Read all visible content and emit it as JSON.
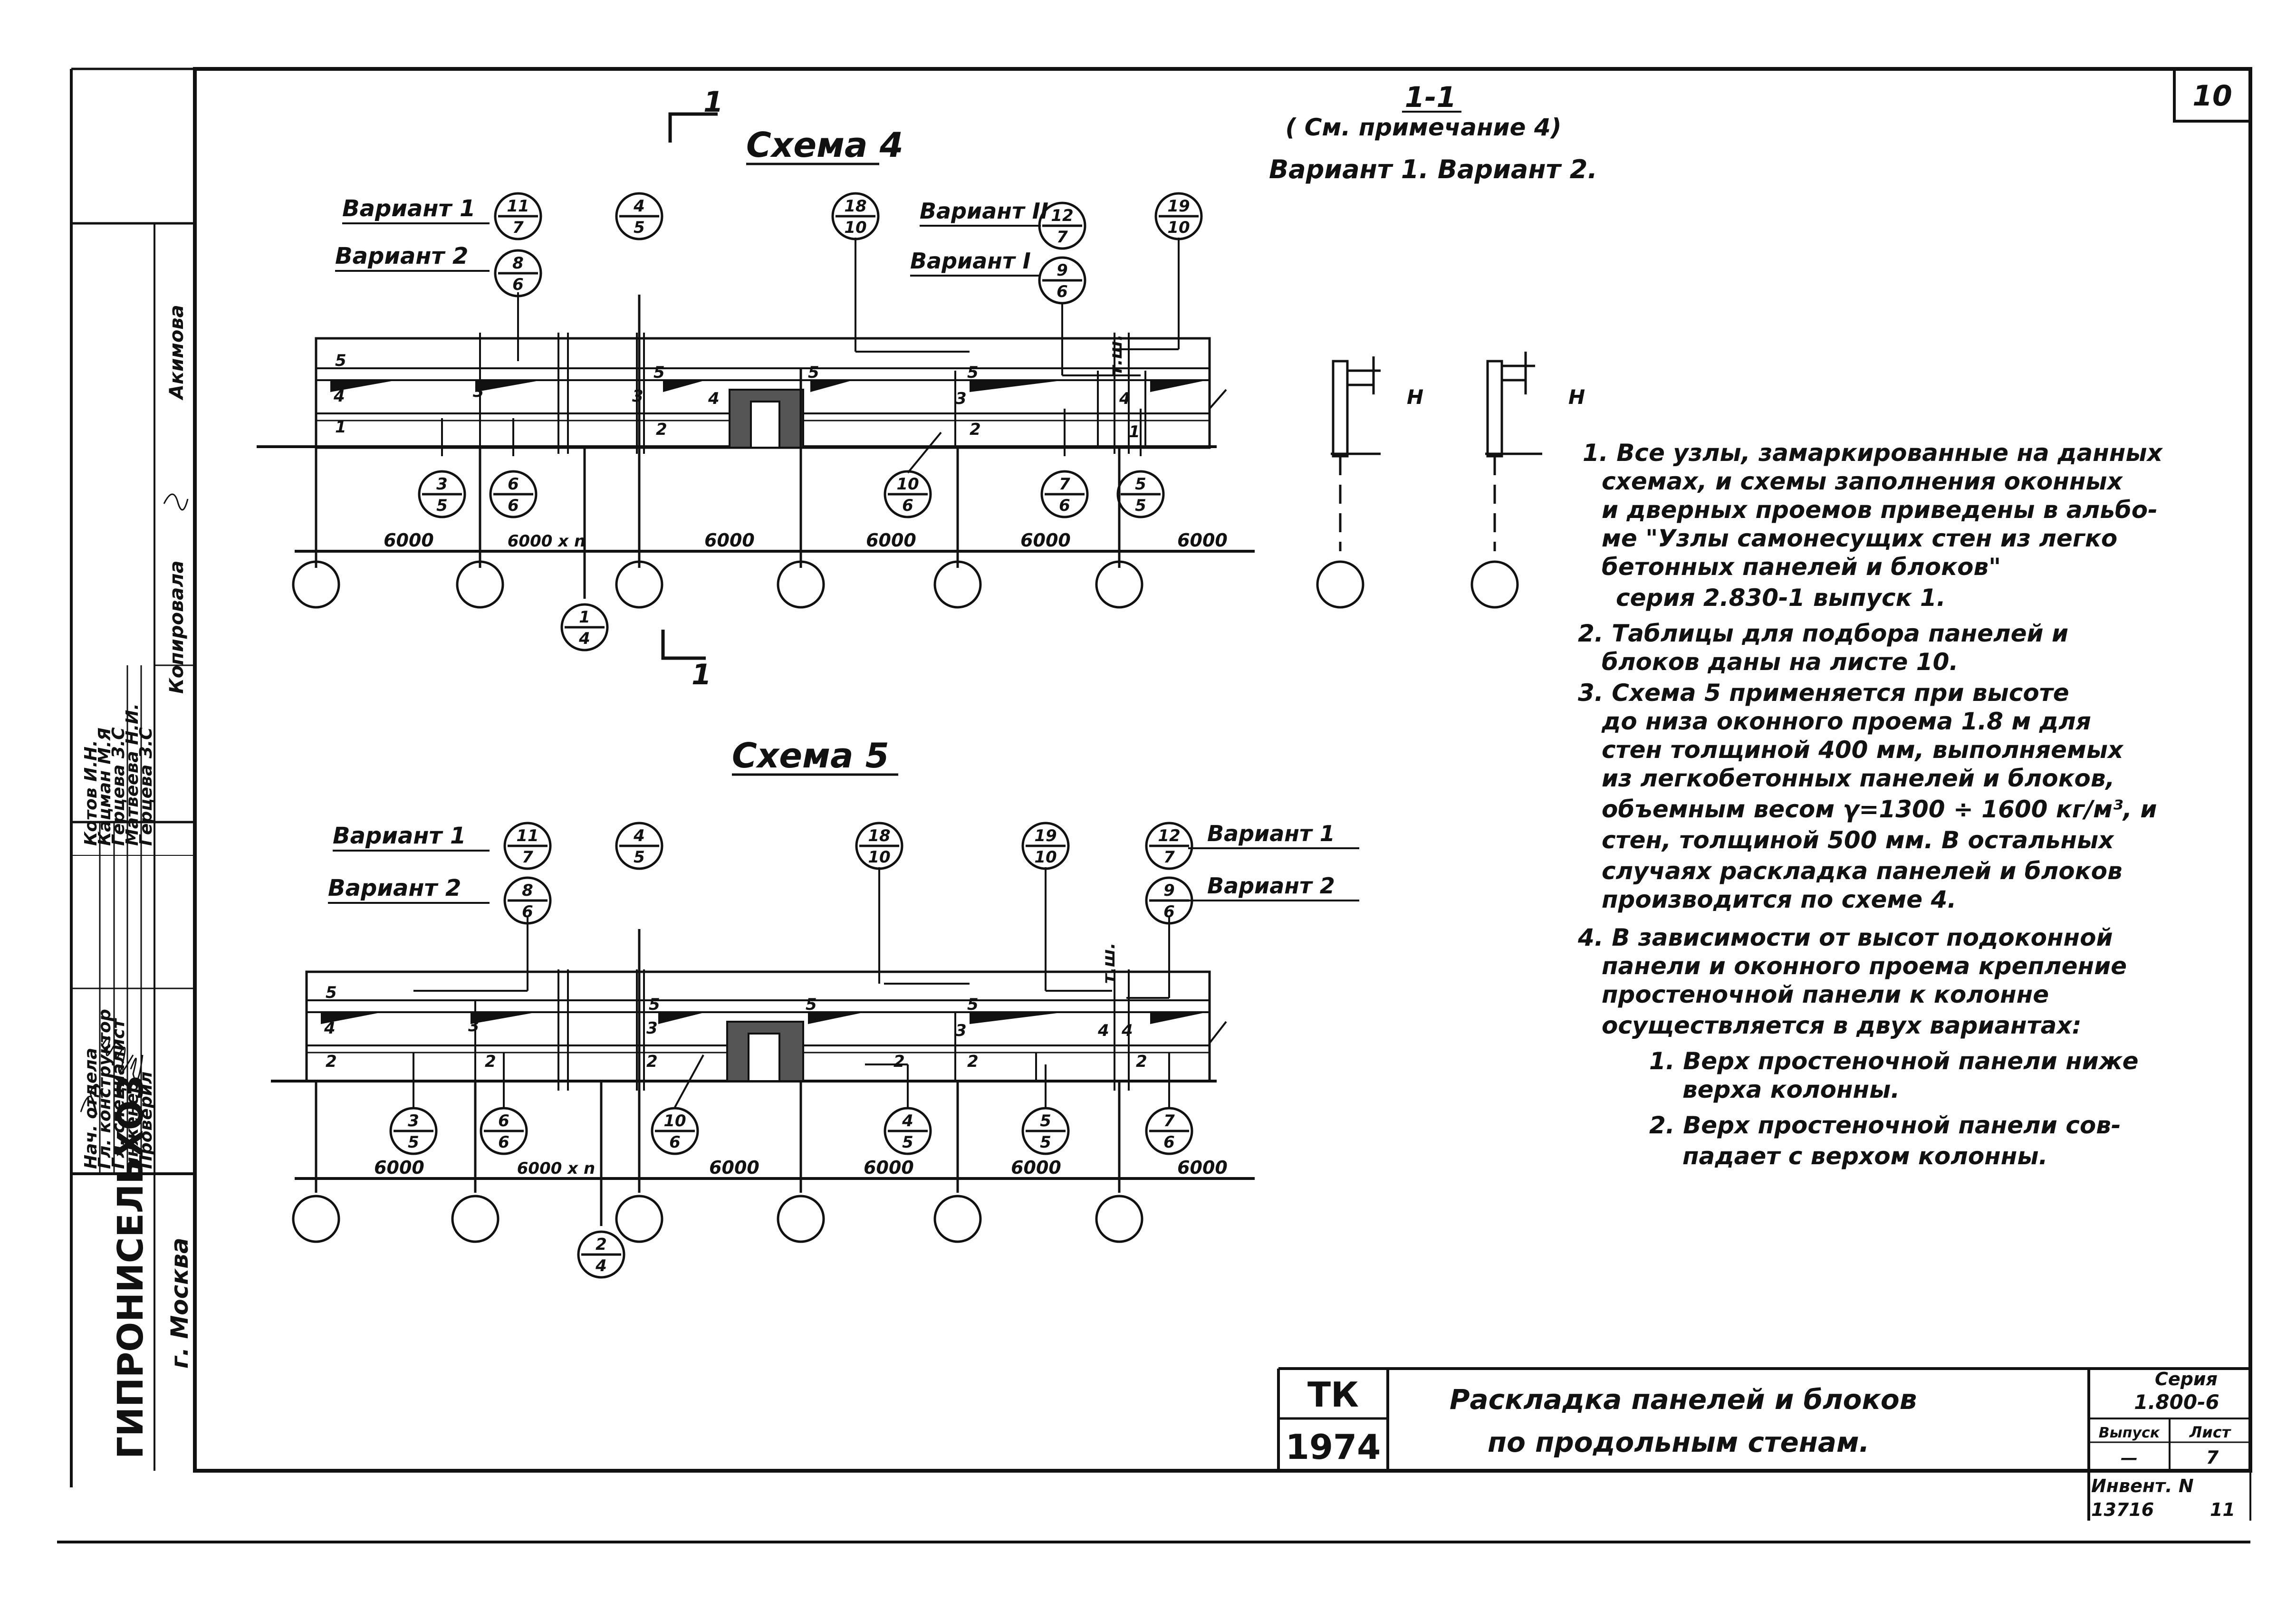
{
  "sheet_number": "10",
  "scheme4": {
    "title": "Схема 4",
    "cut_mark": "1",
    "variant1_label": "Вариант 1",
    "variant2_label": "Вариант 2",
    "variantII_label": "Вариант II",
    "variantI_label": "Вариант I",
    "top_nodes": [
      {
        "n": "11",
        "d": "7"
      },
      {
        "n": "8",
        "d": "6"
      },
      {
        "n": "4",
        "d": "5"
      },
      {
        "n": "18",
        "d": "10"
      },
      {
        "n": "12",
        "d": "7"
      },
      {
        "n": "9",
        "d": "6"
      },
      {
        "n": "19",
        "d": "10"
      }
    ],
    "bottom_nodes": [
      {
        "n": "3",
        "d": "5"
      },
      {
        "n": "6",
        "d": "6"
      },
      {
        "n": "1",
        "d": "4"
      },
      {
        "n": "10",
        "d": "6"
      },
      {
        "n": "7",
        "d": "6"
      },
      {
        "n": "5",
        "d": "5"
      }
    ],
    "dims": [
      "6000",
      "6000 x n",
      "6000",
      "6000",
      "6000",
      "6000"
    ],
    "tsh": "т.ш."
  },
  "scheme5": {
    "title": "Схема 5",
    "variant1_label": "Вариант 1",
    "variant2_label": "Вариант 2",
    "variant1_label_right": "Вариант 1",
    "variant2_label_right": "Вариант 2",
    "top_nodes": [
      {
        "n": "11",
        "d": "7"
      },
      {
        "n": "8",
        "d": "6"
      },
      {
        "n": "4",
        "d": "5"
      },
      {
        "n": "18",
        "d": "10"
      },
      {
        "n": "19",
        "d": "10"
      },
      {
        "n": "12",
        "d": "7"
      },
      {
        "n": "9",
        "d": "6"
      }
    ],
    "bottom_nodes": [
      {
        "n": "3",
        "d": "5"
      },
      {
        "n": "6",
        "d": "6"
      },
      {
        "n": "10",
        "d": "6"
      },
      {
        "n": "4",
        "d": "5"
      },
      {
        "n": "5",
        "d": "5"
      },
      {
        "n": "7",
        "d": "6"
      },
      {
        "n": "2",
        "d": "4"
      }
    ],
    "dims": [
      "6000",
      "6000 x n",
      "6000",
      "6000",
      "6000",
      "6000"
    ],
    "tsh": "т.ш."
  },
  "panel_numbers": [
    "5",
    "4",
    "1",
    "2",
    "3"
  ],
  "section": {
    "title": "1-1",
    "note": "( См. примечание 4)",
    "variants": "Вариант 1.   Вариант 2.",
    "mark": "Н"
  },
  "notes": [
    "1. Все узлы, замаркированные на данных",
    "схемах, и схемы заполнения оконных",
    "и дверных проемов приведены в альбо-",
    "ме \"Узлы самонесущих стен из легко",
    "бетонных панелей и блоков\"",
    "серия 2.830-1 выпуск 1.",
    "2. Таблицы для подбора панелей и",
    "блоков даны на листе 10.",
    "3. Схема 5 применяется при высоте",
    "до низа оконного проема 1.8 м для",
    "стен толщиной 400 мм, выполняемых",
    "из легкобетонных панелей и блоков,",
    "объемным весом γ=1300 ÷ 1600 кг/м³, и",
    "стен, толщиной 500 мм. В остальных",
    "случаях раскладка панелей и блоков",
    "производится по схеме 4.",
    "4. В зависимости от высот подоконной",
    "панели и оконного проема крепление",
    "простеночной панели к колонне",
    "осуществляется в двух вариантах:",
    "1. Верх простеночной панели ниже",
    "верха колонны.",
    "2. Верх простеночной панели сов-",
    "падает с верхом колонны."
  ],
  "stamp": {
    "org": "ГИПРОНИСЕЛЬХОЗ",
    "city": "г. Москва",
    "rows": [
      {
        "role": "Нач. отдела",
        "name": "Котов И.Н."
      },
      {
        "role": "Гл. конструктор",
        "name": "Кацман М.Я"
      },
      {
        "role": "Гл. специалист",
        "name": "Герцева З.С"
      },
      {
        "role": "инженер",
        "name": "Матвеева Н.И."
      },
      {
        "role": "Проверил",
        "name": "Герцева З.С"
      }
    ],
    "copied_label": "Копировала",
    "copied_name": "Акимова"
  },
  "title_block": {
    "tk": "ТК",
    "year": "1974",
    "title_line1": "Раскладка панелей и блоков",
    "title_line2": "по продольным стенам.",
    "series_label": "Серия",
    "series": "1.800-6",
    "issue_label": "Выпуск",
    "issue": "—",
    "sheet_label": "Лист",
    "sheet": "7",
    "inv_label": "Инвент. N",
    "inv": "13716",
    "inv2": "11"
  }
}
